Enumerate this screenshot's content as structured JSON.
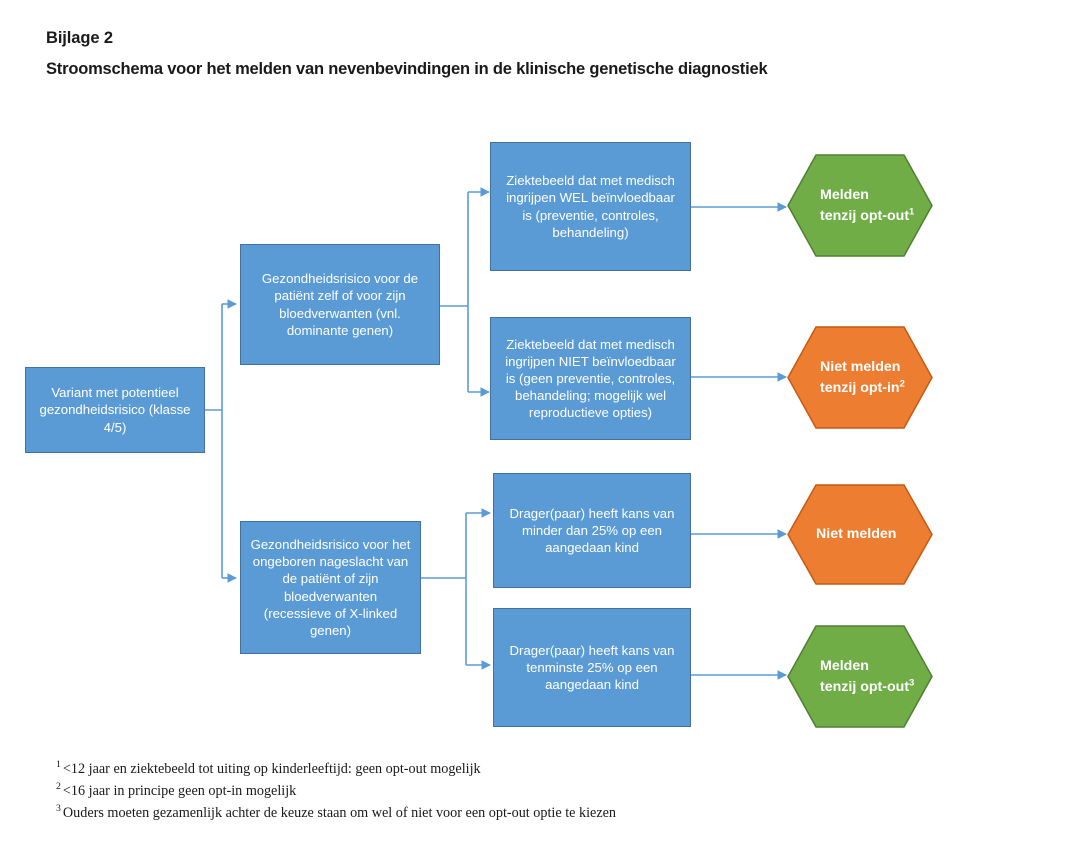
{
  "header": {
    "appendix_label": "Bijlage 2",
    "title": "Stroomschema voor het melden van nevenbevindingen in de klinische genetische diagnostiek"
  },
  "colors": {
    "box_fill": "#5B9BD5",
    "box_stroke": "#41719C",
    "green_fill": "#70AD47",
    "green_stroke": "#507E32",
    "orange_fill": "#ED7D31",
    "orange_stroke": "#C55A11",
    "connector": "#5B9BD5",
    "text_on_shape": "#FFFFFF",
    "text_body": "#1A1A1A"
  },
  "flowchart": {
    "type": "flowchart",
    "nodes": [
      {
        "id": "start",
        "shape": "rectangle",
        "style": "blue",
        "text": "Variant met potentieel gezondheidsrisico (klasse 4/5)"
      },
      {
        "id": "branch-self",
        "shape": "rectangle",
        "style": "blue",
        "text": "Gezondheidsrisico voor de patiënt zelf of voor zijn bloedverwanten (vnl. dominante genen)"
      },
      {
        "id": "branch-offspring",
        "shape": "rectangle",
        "style": "blue",
        "text": "Gezondheidsrisico voor het ongeboren nageslacht van de patiënt of zijn bloedverwanten (recessieve of X-linked genen)"
      },
      {
        "id": "actionable",
        "shape": "rectangle",
        "style": "blue",
        "text": "Ziektebeeld dat met medisch ingrijpen WEL beïnvloedbaar is (preventie, controles, behandeling)"
      },
      {
        "id": "not-actionable",
        "shape": "rectangle",
        "style": "blue",
        "text": "Ziektebeeld dat met medisch ingrijpen NIET beïnvloedbaar is (geen preventie, controles, behandeling; mogelijk wel reproductieve opties)"
      },
      {
        "id": "risk-low",
        "shape": "rectangle",
        "style": "blue",
        "text": "Drager(paar) heeft kans van minder dan 25% op een aangedaan kind"
      },
      {
        "id": "risk-high",
        "shape": "rectangle",
        "style": "blue",
        "text": "Drager(paar) heeft kans van tenminste 25% op een aangedaan kind"
      }
    ],
    "outcomes": [
      {
        "id": "outcome-1",
        "shape": "hexagon",
        "style": "green",
        "line1": "Melden",
        "line2": "tenzij opt-out",
        "superscript": "1"
      },
      {
        "id": "outcome-2",
        "shape": "hexagon",
        "style": "orange",
        "line1": "Niet melden",
        "line2": "tenzij opt-in",
        "superscript": "2"
      },
      {
        "id": "outcome-3",
        "shape": "hexagon",
        "style": "orange",
        "line1": "Niet melden",
        "line2": "",
        "superscript": ""
      },
      {
        "id": "outcome-4",
        "shape": "hexagon",
        "style": "green",
        "line1": "Melden",
        "line2": "tenzij opt-out",
        "superscript": "3"
      }
    ]
  },
  "footnotes": [
    {
      "marker": "1",
      "text": "<12 jaar en ziektebeeld tot uiting op kinderleeftijd: geen opt-out mogelijk"
    },
    {
      "marker": "2",
      "text": "<16 jaar in principe geen opt-in mogelijk"
    },
    {
      "marker": "3",
      "text": "Ouders moeten gezamenlijk achter de keuze staan om wel of niet voor een opt-out optie te kiezen"
    }
  ]
}
